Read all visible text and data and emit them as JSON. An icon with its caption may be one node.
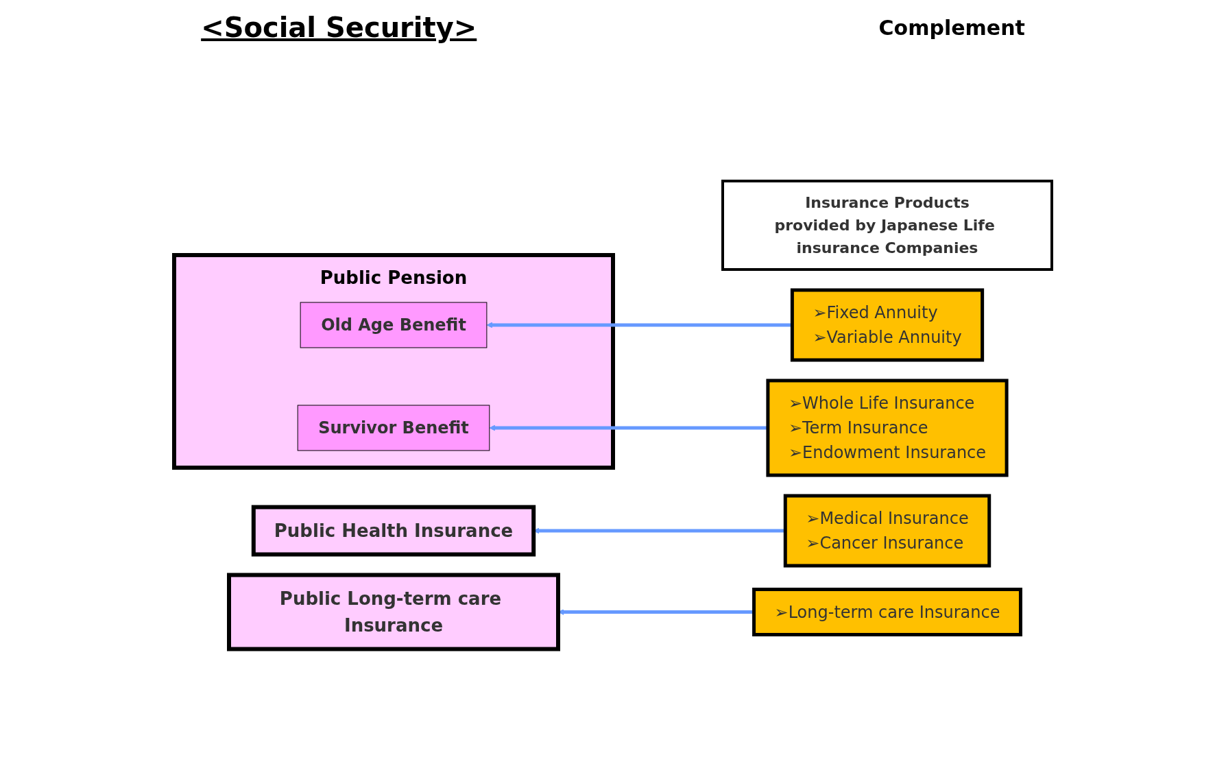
{
  "diagram": {
    "title": "<Social Security>",
    "nodes": [
      {
        "text": [
          "Public Pension"
        ]
      },
      {
        "text": [
          "Old Age Benefit"
        ],
        "in": 0
      },
      {
        "text": [
          "Survivor Benefit"
        ],
        "in": 0
      },
      {
        "text": [
          "Public Health Insurance"
        ]
      },
      {
        "text": [
          "Public Long-term care Insurance"
        ]
      },
      {
        "text": [
          "Insurance Products",
          "provided by Japanese Life insurance Companies"
        ]
      },
      {
        "text": [
          "➢Fixed Annuity",
          "➢Variable Annuity"
        ]
      },
      {
        "text": [
          "➢Whole Life Insurance",
          "➢Term Insurance",
          "➢Endowment Insurance"
        ]
      },
      {
        "text": [
          "➢Medical Insurance",
          "➢Cancer Insurance"
        ]
      },
      {
        "text": [
          "➢Long-term care Insurance"
        ]
      }
    ],
    "edges": [
      {
        "from": 6,
        "to": 1,
        "arrow": "to"
      },
      {
        "from": 7,
        "to": 2,
        "arrow": "to"
      },
      {
        "from": 8,
        "to": 3,
        "arrow": "to"
      },
      {
        "from": 9,
        "to": 4,
        "arrow": "to"
      }
    ],
    "labels": [
      "Complement"
    ]
  }
}
